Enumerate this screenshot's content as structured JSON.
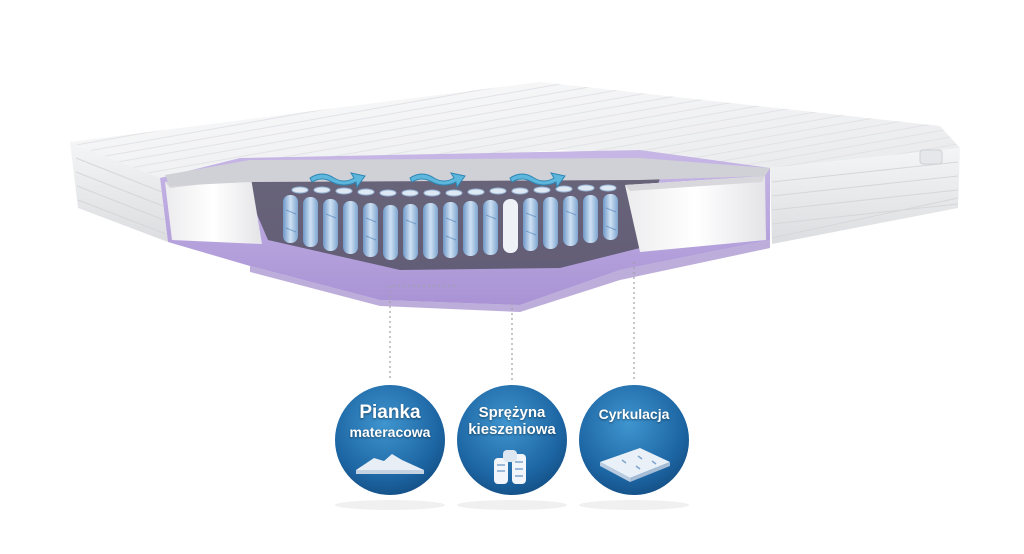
{
  "background": "#ffffff",
  "colors": {
    "mattress_cover": "#f3f4f5",
    "purple_foam": "#b9a6dc",
    "spring_blue": "#8fb5dd",
    "badge_blue": "#1e6aa7",
    "badge_ring": "#ffffff",
    "airflow_arrow": "#5db6dc"
  },
  "badges": [
    {
      "id": "foam",
      "line1": "Pianka",
      "line2": "materacowa",
      "icon": "foam-layers-icon"
    },
    {
      "id": "spring",
      "line1": "Sprężyna",
      "line2": "kieszeniowa",
      "icon": "pocket-spring-icon"
    },
    {
      "id": "circulation",
      "line1": "Cyrkulacja",
      "line2": "",
      "icon": "airflow-board-icon"
    }
  ]
}
